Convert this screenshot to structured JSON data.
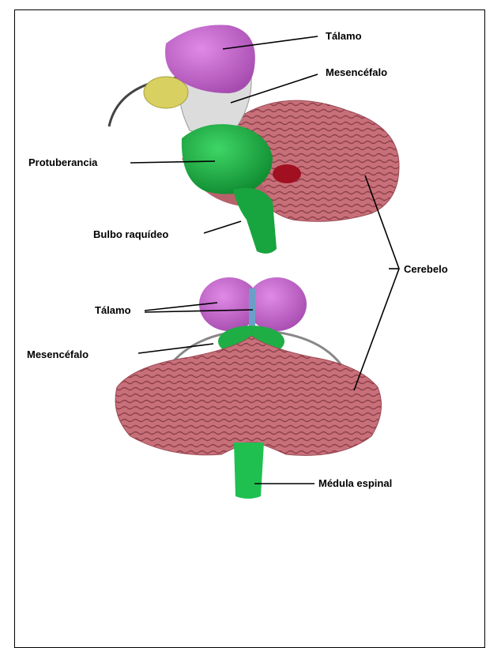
{
  "labels": {
    "talamo_top": "Tálamo",
    "mesencefalo_top": "Mesencéfalo",
    "protuberancia": "Protuberancia",
    "bulbo": "Bulbo raquídeo",
    "cerebelo": "Cerebelo",
    "talamo_bottom": "Tálamo",
    "mesencefalo_bottom": "Mesencéfalo",
    "medula": "Médula espinal"
  },
  "colors": {
    "talamo": "#c86ad0",
    "mesencefalo": "#d8d8d8",
    "protuberancia": "#1fae45",
    "cerebelo": "#c8707a",
    "red_nucleus": "#a01020",
    "pineal": "#d8d060"
  }
}
